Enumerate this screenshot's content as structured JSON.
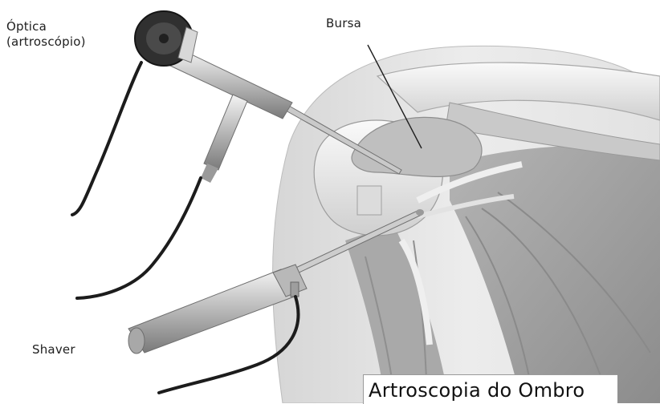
{
  "labels": {
    "optica_line1": "Óptica",
    "optica_line2": "(artroscópio)",
    "bursa": "Bursa",
    "shaver": "Shaver"
  },
  "caption": "Artroscopia do Ombro",
  "colors": {
    "background": "#ffffff",
    "skin": "#e7e7e7",
    "bone": "#f2f2f2",
    "muscle": "#a8a8a8",
    "instrument": "#cfcfcf",
    "cable": "#1c1c1c"
  },
  "icons": [
    "arthroscope-camera-icon",
    "shaver-handpiece-icon"
  ]
}
